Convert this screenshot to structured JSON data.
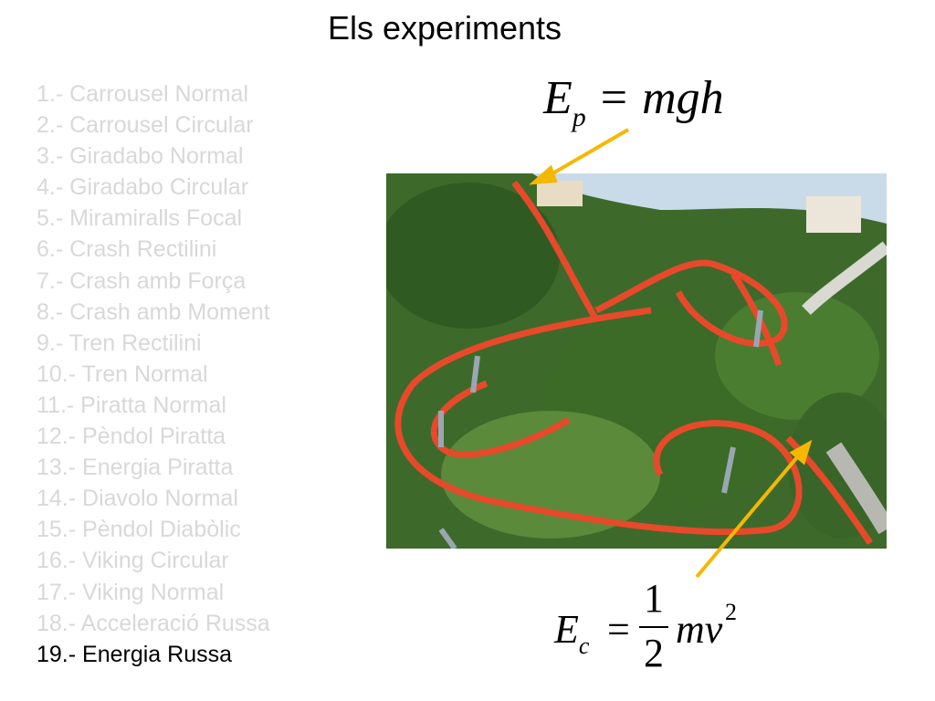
{
  "title": "Els experiments",
  "experiments": [
    "1.- Carrousel Normal",
    "2.- Carrousel Circular",
    "3.- Giradabo Normal",
    "4.- Giradabo Circular",
    "5.- Miramiralls Focal",
    "6.- Crash Rectilini",
    "7.- Crash amb Força",
    "8.- Crash amb Moment",
    "9.- Tren Rectilini",
    "10.- Tren Normal",
    "11.- Piratta Normal",
    "12.- Pèndol Piratta",
    "13.- Energia Piratta",
    "14.- Diavolo Normal",
    "15.- Pèndol Diabòlic",
    "16.- Viking Circular",
    "17.- Viking Normal",
    "18.- Acceleració Russa",
    "19.- Energia Russa"
  ],
  "current_index": 18,
  "formulas": {
    "potential": {
      "E": "E",
      "sub": "p",
      "eq": "=",
      "rhs": "mgh"
    },
    "kinetic": {
      "E": "E",
      "sub": "c",
      "eq": "=",
      "num": "1",
      "den": "2",
      "rhs": "mv",
      "exp": "2"
    }
  },
  "colors": {
    "arrow": "#f5b800",
    "track": "#e8492b",
    "inactive_text": "#d8d8d8"
  }
}
